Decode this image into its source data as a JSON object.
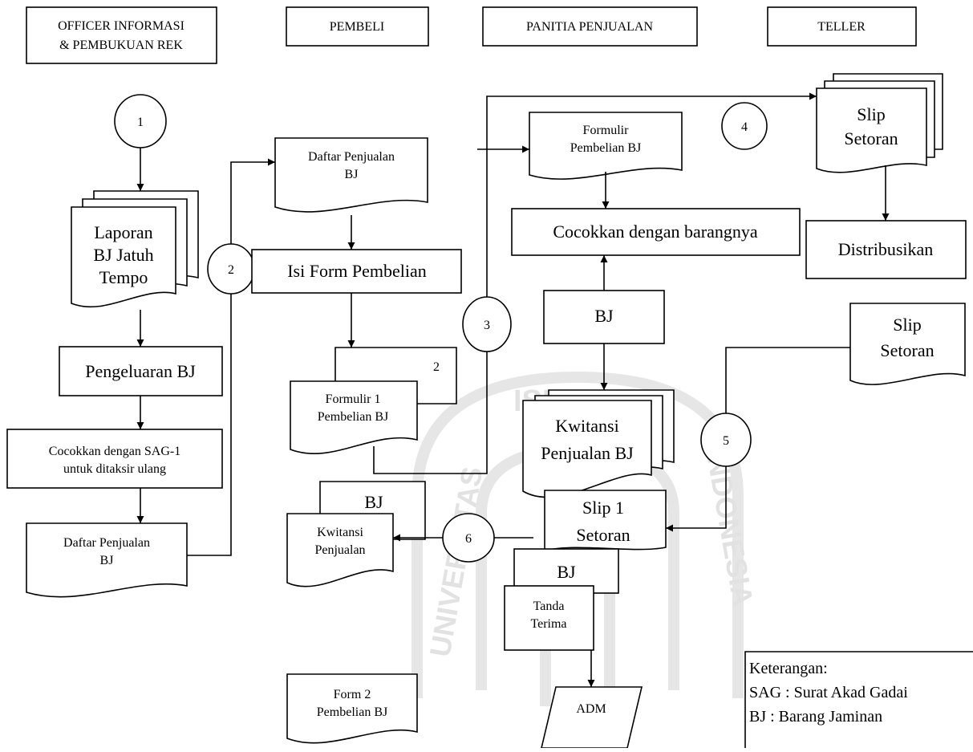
{
  "swimlanes": {
    "officer": [
      "OFFICER INFORMASI",
      "& PEMBUKUAN REK"
    ],
    "pembeli": "PEMBELI",
    "panitia": "PANITIA PENJUALAN",
    "teller": "TELLER"
  },
  "connectors": {
    "c1": "1",
    "c2": "2",
    "c3": "3",
    "c4": "4",
    "c5": "5",
    "c6": "6"
  },
  "officer_lane": {
    "laporan": [
      "Laporan",
      "BJ Jatuh",
      "Tempo"
    ],
    "pengeluaran": "Pengeluaran BJ",
    "cocokkan_sag": [
      "Cocokkan dengan SAG-1",
      "untuk ditaksir ulang"
    ],
    "daftar_penjualan": [
      "Daftar Penjualan",
      "BJ"
    ]
  },
  "pembeli_lane": {
    "daftar_penjualan": [
      "Daftar Penjualan",
      "BJ"
    ],
    "isi_form": "Isi Form Pembelian",
    "formulir_copy_no": "2",
    "formulir": [
      "Formulir 1",
      "Pembelian BJ"
    ],
    "kwitansi_copy_label": "BJ",
    "kwitansi": [
      "Kwitansi",
      "Penjualan"
    ],
    "form2": [
      "Form 2",
      "Pembelian BJ"
    ]
  },
  "panitia_lane": {
    "formulir": [
      "Formulir",
      "Pembelian BJ"
    ],
    "cocokkan_barang": "Cocokkan dengan barangnya",
    "bj_box": "BJ",
    "kwitansi": [
      "Kwitansi",
      "Penjualan BJ"
    ],
    "slip": [
      "Slip 1",
      "Setoran"
    ],
    "bj_label": "BJ",
    "tanda_terima": [
      "Tanda",
      "Terima"
    ],
    "adm": "ADM"
  },
  "teller_lane": {
    "slip_top": [
      "Slip",
      "Setoran"
    ],
    "distribusikan": "Distribusikan",
    "slip_right": [
      "Slip",
      "Setoran"
    ]
  },
  "legend": {
    "title": "Keterangan:",
    "items": [
      "SAG : Surat Akad Gadai",
      "BJ : Barang Jaminan"
    ]
  },
  "watermark": {
    "arc_top": "ISLAM",
    "arc_left": "UNIVERSITAS",
    "arc_right": "INDONESIA"
  }
}
